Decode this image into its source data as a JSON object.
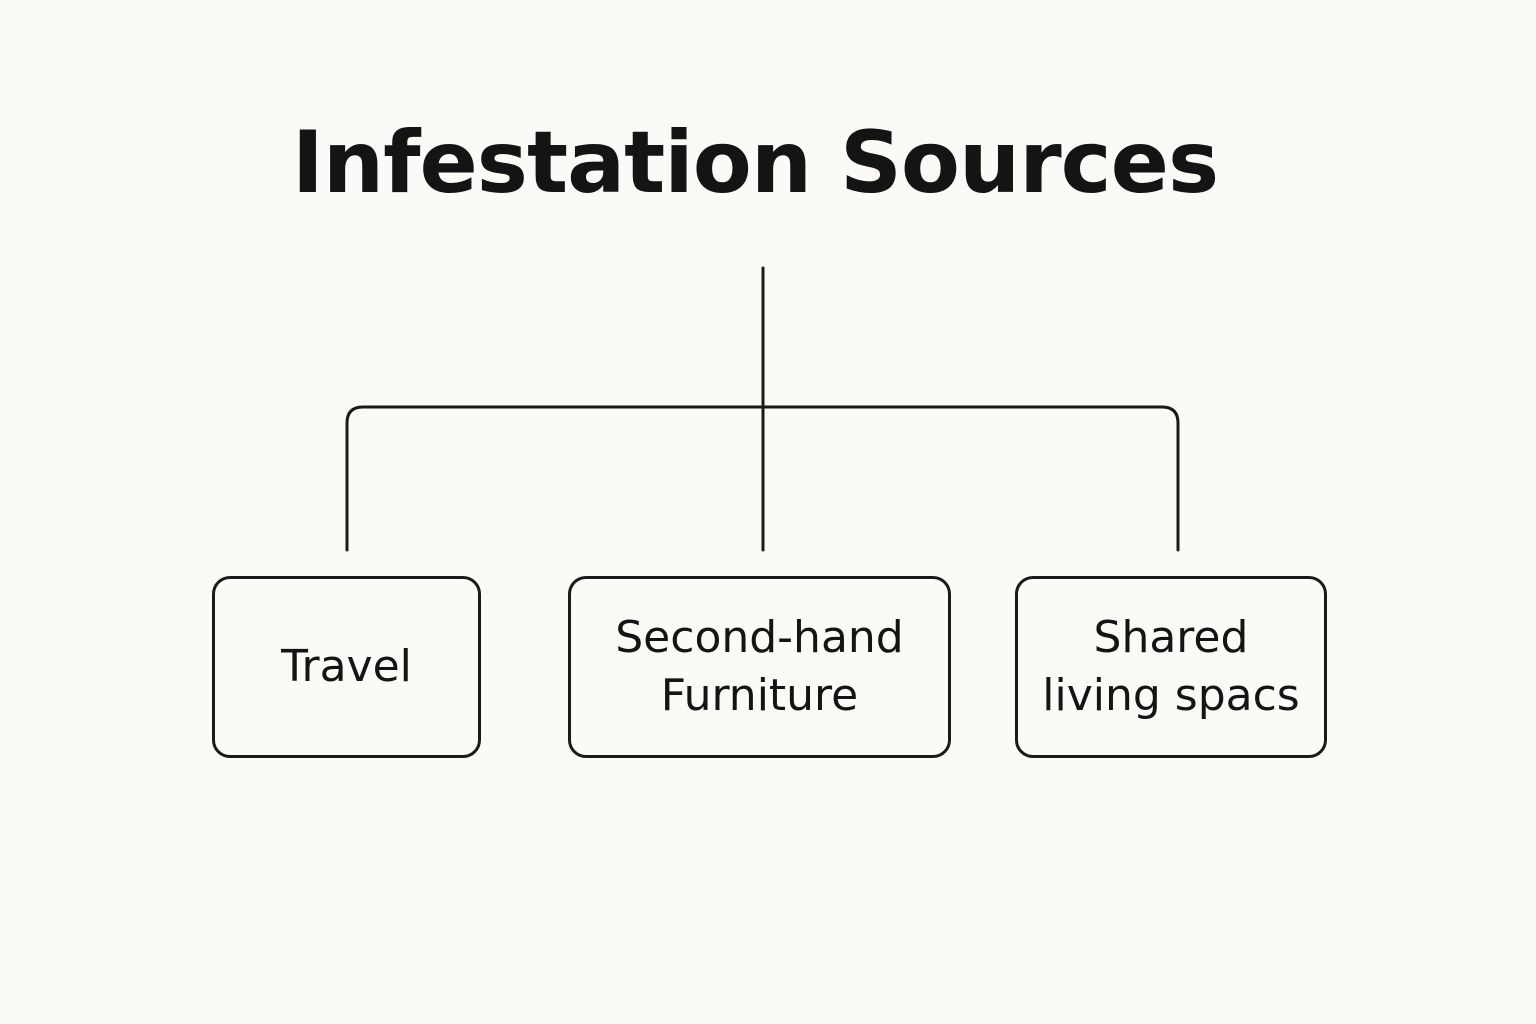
{
  "diagram": {
    "title": "Infestation Sources",
    "nodes": [
      {
        "id": "travel",
        "label": "Travel"
      },
      {
        "id": "second-hand-furniture",
        "label": "Second-hand\nFurniture"
      },
      {
        "id": "shared-living-spaces",
        "label": "Shared\nliving spacs"
      }
    ],
    "edges": [
      {
        "from": "Infestation Sources",
        "to": "travel"
      },
      {
        "from": "Infestation Sources",
        "to": "second-hand-furniture"
      },
      {
        "from": "Infestation Sources",
        "to": "shared-living-spaces"
      }
    ]
  },
  "colors": {
    "background": "#fbfaf7",
    "stroke": "#1a1a1a",
    "text": "#141414"
  }
}
